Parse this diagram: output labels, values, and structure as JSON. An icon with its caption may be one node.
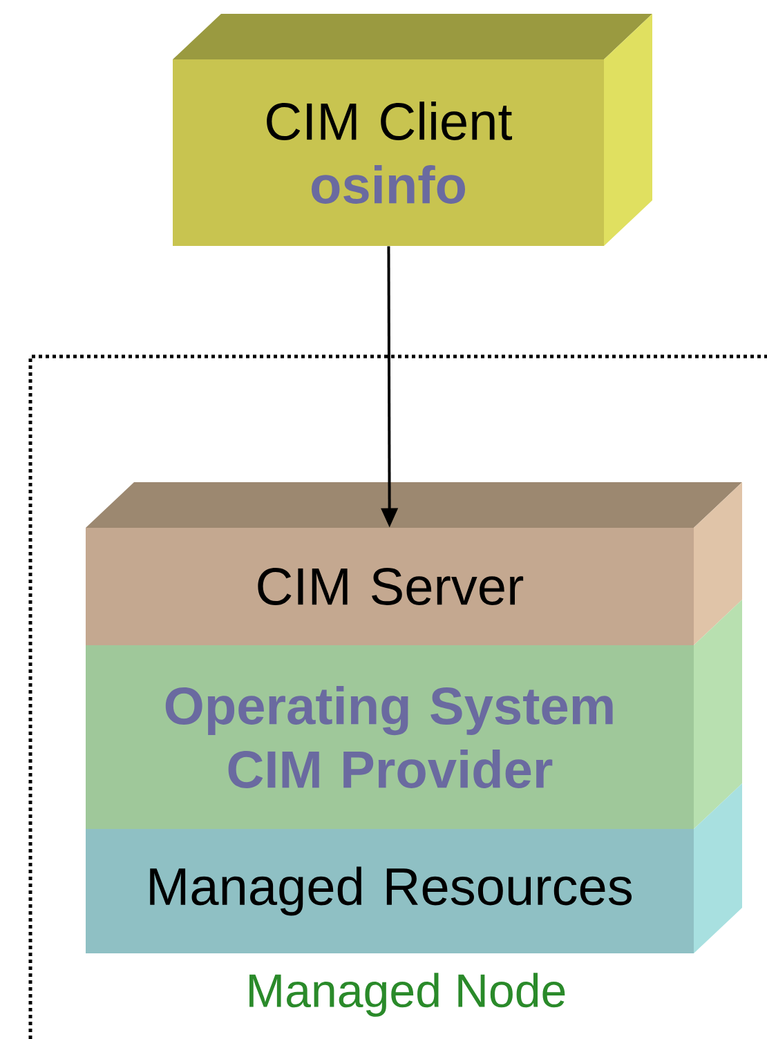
{
  "diagram": {
    "nodes": [
      {
        "text": [
          "CIM Client",
          "osinfo"
        ]
      },
      {
        "text": [
          "Managed Node"
        ]
      },
      {
        "text": [
          "CIM Server"
        ],
        "in": 1
      },
      {
        "text": [
          "Operating System CIM Provider"
        ],
        "in": 1
      },
      {
        "text": [
          "Managed Resources"
        ],
        "in": 1
      }
    ],
    "edges": [
      {
        "from": 0,
        "to": 2,
        "arrow": "to"
      }
    ]
  }
}
